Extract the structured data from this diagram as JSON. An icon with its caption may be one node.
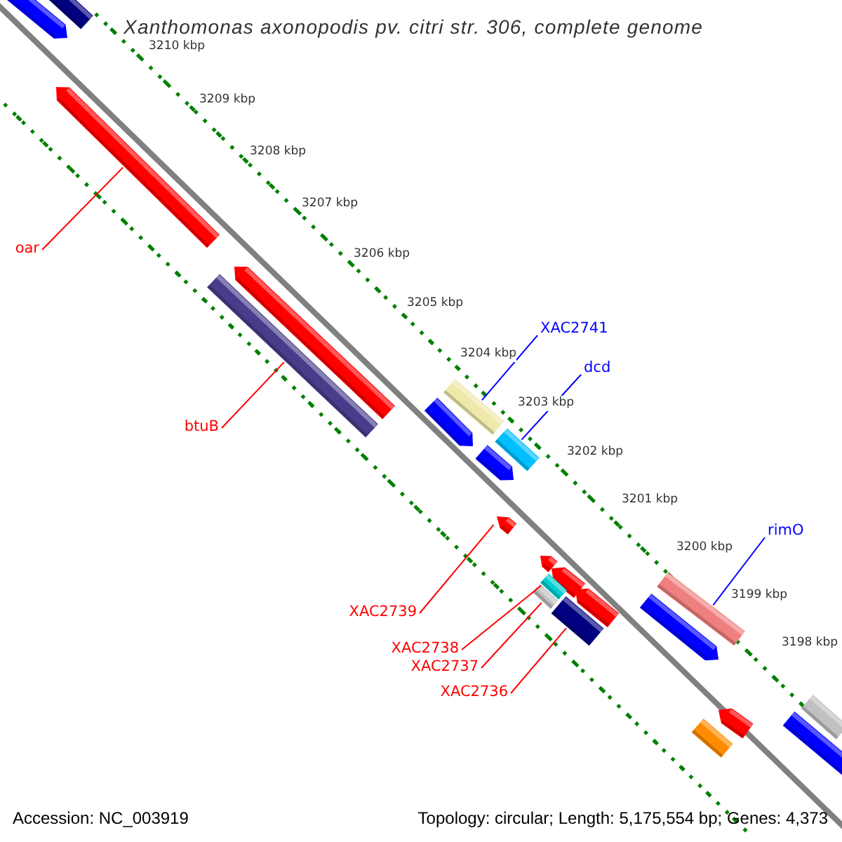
{
  "diagram": {
    "title": "Xanthomonas axonopodis pv. citri str. 306, complete genome",
    "nodes": [
      {
        "text": [],
        "shape": "bar"
      },
      {
        "text": [],
        "shape": "bar"
      },
      {
        "text": [],
        "shape": "bar"
      },
      {
        "text": [],
        "shape": "bar"
      },
      {
        "text": [],
        "shape": "bar"
      },
      {
        "text": [],
        "shape": "bar"
      },
      {
        "text": [],
        "shape": "bar"
      },
      {
        "text": [],
        "shape": "bar"
      },
      {
        "text": [],
        "shape": "bar"
      },
      {
        "text": [],
        "shape": "bar"
      },
      {
        "text": [],
        "shape": "bar"
      },
      {
        "text": [],
        "shape": "bar"
      },
      {
        "text": [],
        "shape": "bar"
      },
      {
        "text": [],
        "shape": "bar"
      },
      {
        "text": [],
        "shape": "bar"
      },
      {
        "text": [],
        "shape": "bar"
      },
      {
        "text": [],
        "shape": "bar"
      },
      {
        "text": [],
        "shape": "bar"
      },
      {
        "text": [],
        "shape": "bar"
      },
      {
        "text": [],
        "shape": "bar"
      },
      {
        "text": [],
        "shape": "bar"
      },
      {
        "text": [],
        "shape": "bar"
      },
      {
        "text": [
          "oar"
        ]
      },
      {
        "text": [
          "btuB"
        ]
      },
      {
        "text": [
          "XAC2741"
        ]
      },
      {
        "text": [
          "dcd"
        ]
      },
      {
        "text": [
          "rimO"
        ]
      },
      {
        "text": [
          "XAC2739"
        ]
      },
      {
        "text": [
          "XAC2738"
        ]
      },
      {
        "text": [
          "XAC2737"
        ]
      },
      {
        "text": [
          "XAC2736"
        ]
      }
    ],
    "edges": [
      {
        "from": 22,
        "to": 2,
        "arrow": "none"
      },
      {
        "from": 23,
        "to": 3,
        "arrow": "none"
      },
      {
        "from": 24,
        "to": 5,
        "arrow": "none",
        "color": "#0000ff"
      },
      {
        "from": 25,
        "to": 7,
        "arrow": "none",
        "color": "#0000ff"
      },
      {
        "from": 26,
        "to": 16,
        "arrow": "none",
        "color": "#0000ff"
      },
      {
        "from": 27,
        "to": 9,
        "arrow": "none"
      },
      {
        "from": 28,
        "to": 13,
        "arrow": "none"
      },
      {
        "from": 29,
        "to": 14,
        "arrow": "none"
      },
      {
        "from": 30,
        "to": 15,
        "arrow": "none"
      }
    ],
    "labels": [
      "3210 kbp",
      "3209 kbp",
      "3208 kbp",
      "3207 kbp",
      "3206 kbp",
      "3205 kbp",
      "3204 kbp",
      "3203 kbp",
      "3202 kbp",
      "3201 kbp",
      "3200 kbp",
      "3199 kbp",
      "3198 kbp",
      "Accession: NC_003919",
      "Topology: circular; Length: 5,175,554 bp; Genes: 4,373"
    ]
  }
}
